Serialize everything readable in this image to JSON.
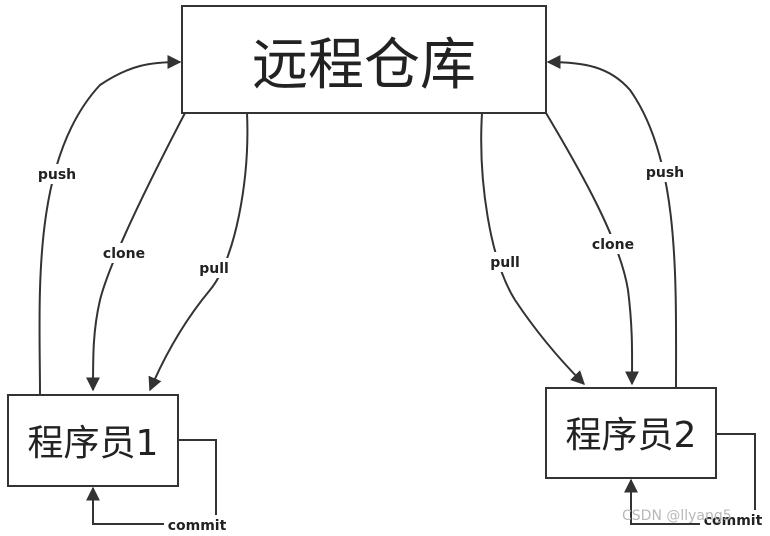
{
  "nodes": {
    "remote": "远程仓库",
    "dev1": "程序员1",
    "dev2": "程序员2"
  },
  "edges": {
    "push": "push",
    "clone": "clone",
    "pull": "pull",
    "commit": "commit"
  },
  "watermark": "CSDN @llyang5",
  "colors": {
    "stroke": "#333333",
    "background": "#ffffff"
  }
}
